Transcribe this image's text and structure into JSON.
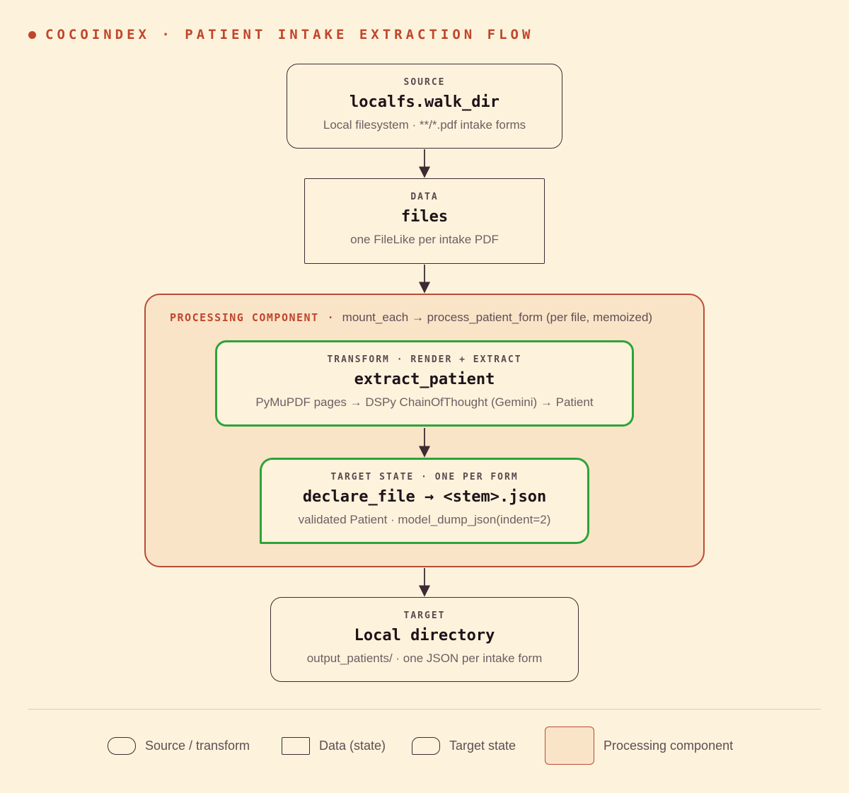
{
  "header": {
    "title": "COCOINDEX · PATIENT INTAKE EXTRACTION FLOW"
  },
  "nodes": {
    "source": {
      "kicker": "SOURCE",
      "name": "localfs.walk_dir",
      "desc": "Local filesystem · **/*.pdf intake forms"
    },
    "data": {
      "kicker": "DATA",
      "name": "files",
      "desc": "one FileLike per intake PDF"
    },
    "transform": {
      "kicker": "TRANSFORM · RENDER + EXTRACT",
      "name": "extract_patient",
      "desc": "PyMuPDF pages → DSPy ChainOfThought (Gemini) → Patient"
    },
    "state": {
      "kicker": "TARGET STATE · ONE PER FORM",
      "name": "declare_file → <stem>.json",
      "desc": "validated Patient · model_dump_json(indent=2)"
    },
    "target": {
      "kicker": "TARGET",
      "name": "Local directory",
      "desc": "output_patients/ · one JSON per intake form"
    }
  },
  "group": {
    "keyword": "PROCESSING COMPONENT",
    "separator": "·",
    "description": "mount_each → process_patient_form (per file, memoized)"
  },
  "legend": {
    "source_transform": "Source / transform",
    "data_state": "Data (state)",
    "target_state": "Target state",
    "processing_component": "Processing component"
  },
  "colors": {
    "background": "#fdf3dc",
    "accent": "#c0462b",
    "group_fill": "#f9e4c8",
    "group_border": "#b84d36",
    "highlight_border": "#2ea339",
    "edge": "#3d2a32"
  }
}
